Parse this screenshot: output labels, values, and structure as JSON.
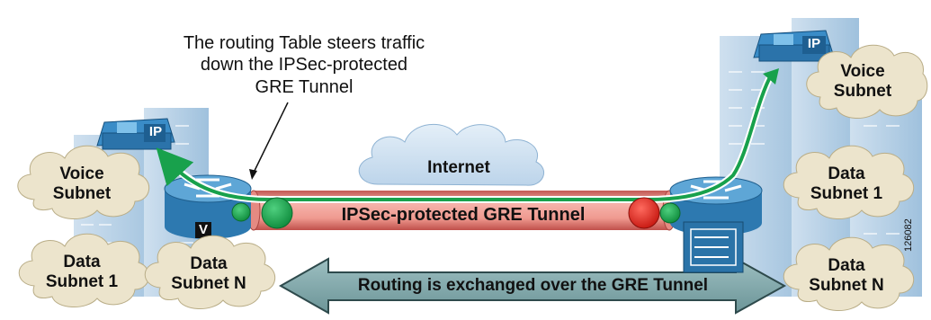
{
  "annotation": {
    "line1": "The routing Table steers traffic",
    "line2": "down the IPSec-protected",
    "line3": "GRE Tunnel"
  },
  "internet_label": "Internet",
  "tunnel_label": "IPSec-protected GRE Tunnel",
  "routing_label": "Routing is exchanged over the GRE Tunnel",
  "left_site": {
    "voice_subnet": [
      "Voice",
      "Subnet"
    ],
    "data_subnet_1": [
      "Data",
      "Subnet 1"
    ],
    "data_subnet_n": [
      "Data",
      "Subnet N"
    ],
    "router_badge": "V",
    "phone_label": "IP"
  },
  "right_site": {
    "voice_subnet": [
      "Voice",
      "Subnet"
    ],
    "data_subnet_1": [
      "Data",
      "Subnet 1"
    ],
    "data_subnet_n": [
      "Data",
      "Subnet N"
    ],
    "phone_label": "IP"
  },
  "figure_id": "126082",
  "colors": {
    "cloud": "#ece4cc",
    "internet_cloud": "#d6e6f3",
    "building": "#b9d3e8",
    "router": "#3e8cc3",
    "tunnel": "#ee9d95",
    "arrow_green": "#18a14c",
    "routing_arrow": "#7fa6a8",
    "red_dot": "#e62a22"
  }
}
